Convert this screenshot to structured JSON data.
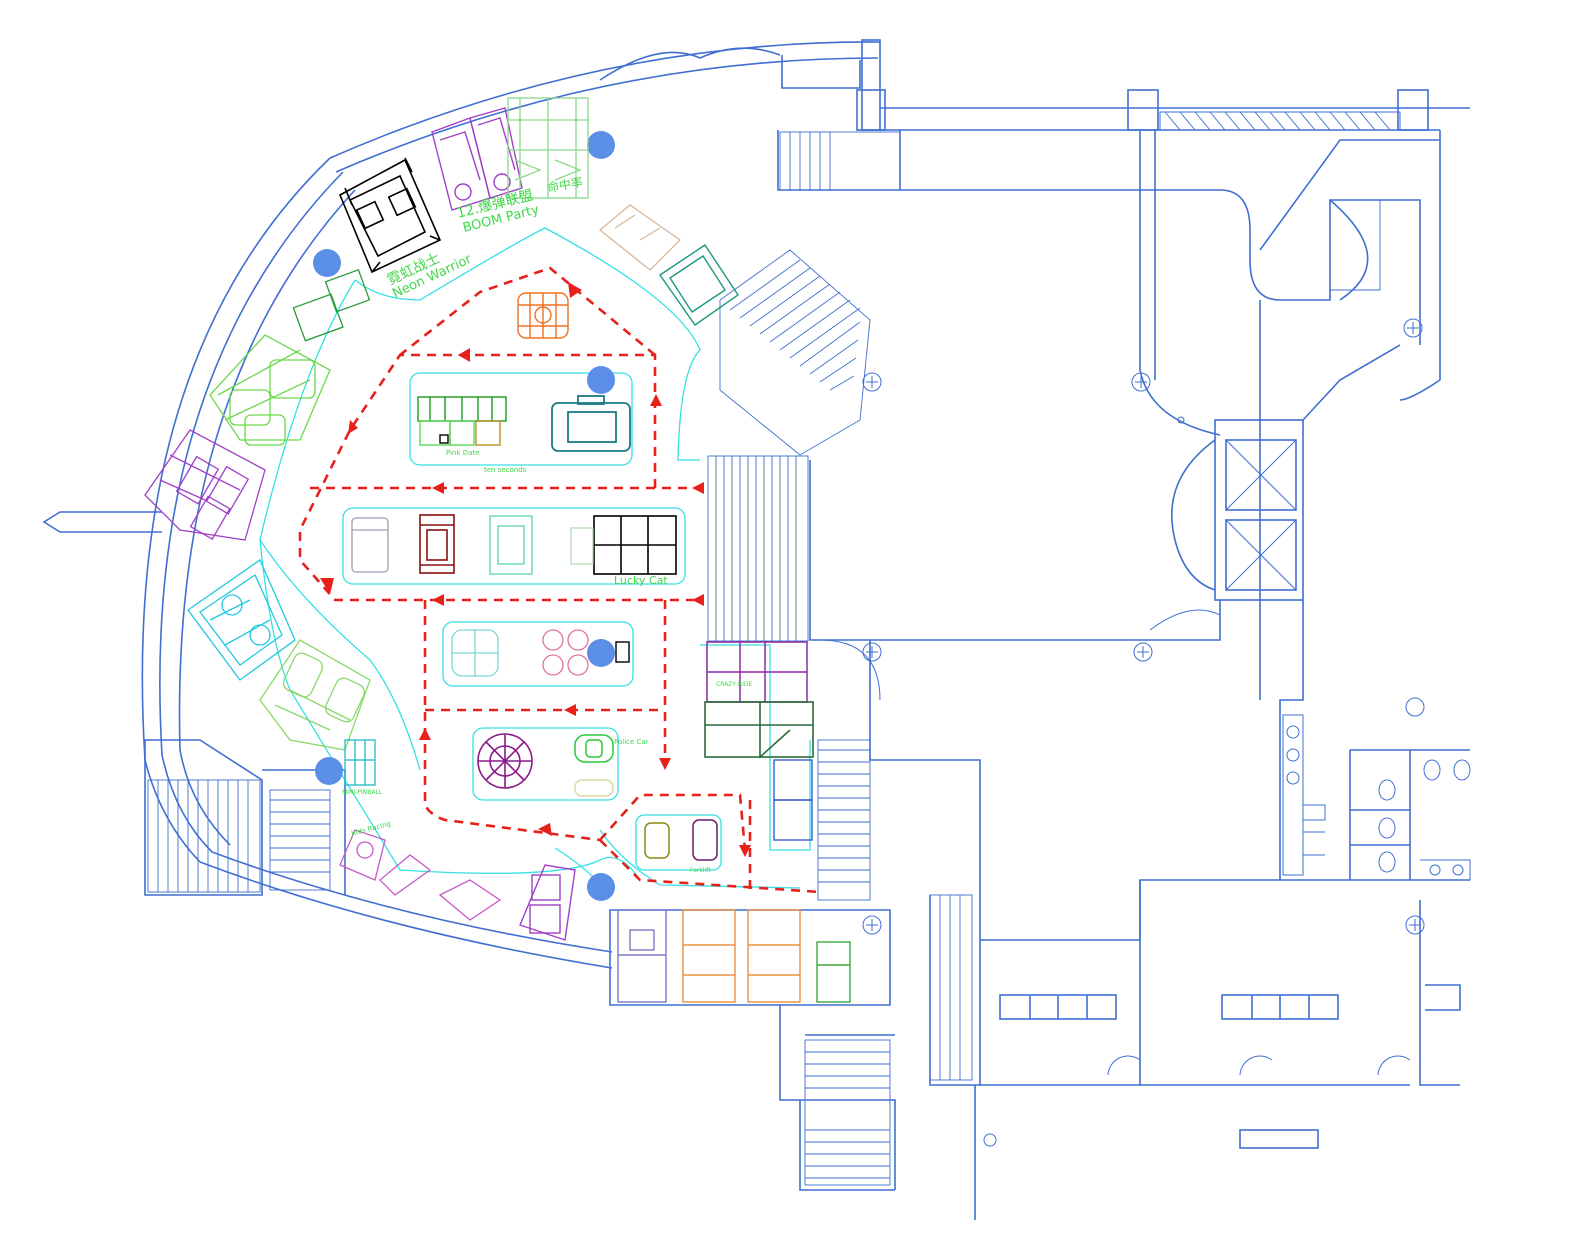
{
  "colors": {
    "wall": "#3f6fd1",
    "zone": "#35e0e6",
    "route": "#e8201a",
    "label": "#3fd848",
    "pillar": "#5b8ee6"
  },
  "labels": {
    "boom_party_cn": "12.爆弹联盟",
    "boom_party_en": "BOOM Party",
    "mingzhong": "命中率",
    "neon_cn": "霓虹战士",
    "neon_en": "Neon Warrior",
    "lucky_cat": "Lucky Cat",
    "pink_date": "Pink Date",
    "ten_seconds": "ten seconds",
    "police_car": "Police Car",
    "crazy": "CRAZY RIDE",
    "mini_pinball": "MINI-PINBALL",
    "kids_racing": "Kids Racing",
    "forklift": "Forklift"
  },
  "machine_icons": [
    {
      "name": "machine-boom-party",
      "color": "#a040c8"
    },
    {
      "name": "machine-mingzhong",
      "color": "#8cd88c"
    },
    {
      "name": "machine-neon-warrior",
      "color": "#000000"
    },
    {
      "name": "machine-crane-orange",
      "color": "#f07020"
    },
    {
      "name": "machine-teal-booth",
      "color": "#1a7a80"
    },
    {
      "name": "machine-lucky-cat",
      "color": "#000000"
    },
    {
      "name": "machine-red-cabinet",
      "color": "#8a1010"
    },
    {
      "name": "machine-round-purple",
      "color": "#8a1a8a"
    },
    {
      "name": "machine-pink-pods",
      "color": "#e070a0"
    },
    {
      "name": "machine-cyan-rides",
      "color": "#20c8e0"
    },
    {
      "name": "machine-purple-racers",
      "color": "#a040c8"
    },
    {
      "name": "machine-orange-trucks",
      "color": "#e89040"
    }
  ]
}
